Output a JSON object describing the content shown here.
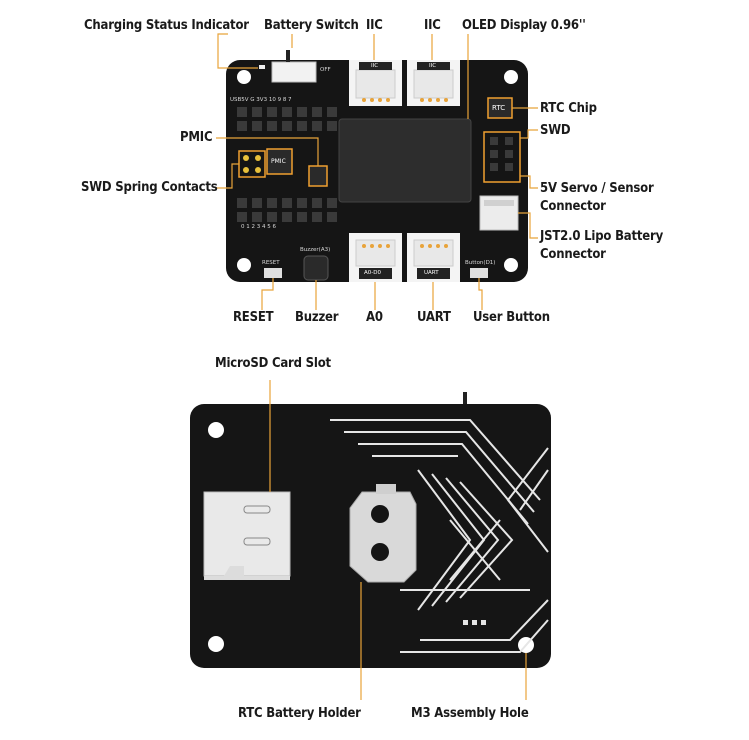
{
  "top_view": {
    "callouts": {
      "charging_status_indicator": "Charging Status Indicator",
      "battery_switch": "Battery Switch",
      "iic_left": "IIC",
      "iic_right": "IIC",
      "oled_display": "OLED Display 0.96''",
      "rtc_chip": "RTC Chip",
      "swd": "SWD",
      "pmic": "PMIC",
      "swd_spring_contacts": "SWD Spring Contacts",
      "servo_connector_line1": "5V Servo / Sensor",
      "servo_connector_line2": "Connector",
      "jst_line1": "JST2.0 Lipo Battery",
      "jst_line2": "Connector",
      "reset": "RESET",
      "buzzer": "Buzzer",
      "a0": "A0",
      "uart": "UART",
      "user_button": "User Button"
    },
    "silkscreen": {
      "header_top": "USB5V  G  3V3  10  9  8  7",
      "header_bottom": "0   1   2   3   4   5   6",
      "pmic_chip": "PMIC",
      "rtc_chip": "RTC",
      "iic_left": "IIC",
      "iic_right": "IIC",
      "a0_a0": "A0-D0",
      "uart": "UART",
      "reset": "RESET",
      "buzzer": "Buzzer(A3)",
      "button": "Button(D1)",
      "off": "OFF"
    }
  },
  "bottom_view": {
    "callouts": {
      "microsd_slot": "MicroSD Card Slot",
      "rtc_battery_holder": "RTC Battery Holder",
      "m3_assembly_hole": "M3 Assembly Hole"
    }
  },
  "colors": {
    "pcb": "#151515",
    "leader": "#e8a33a",
    "chip_outline": "#f0a030",
    "connector": "#f2f2f2",
    "oled": "#2a2a2a"
  }
}
